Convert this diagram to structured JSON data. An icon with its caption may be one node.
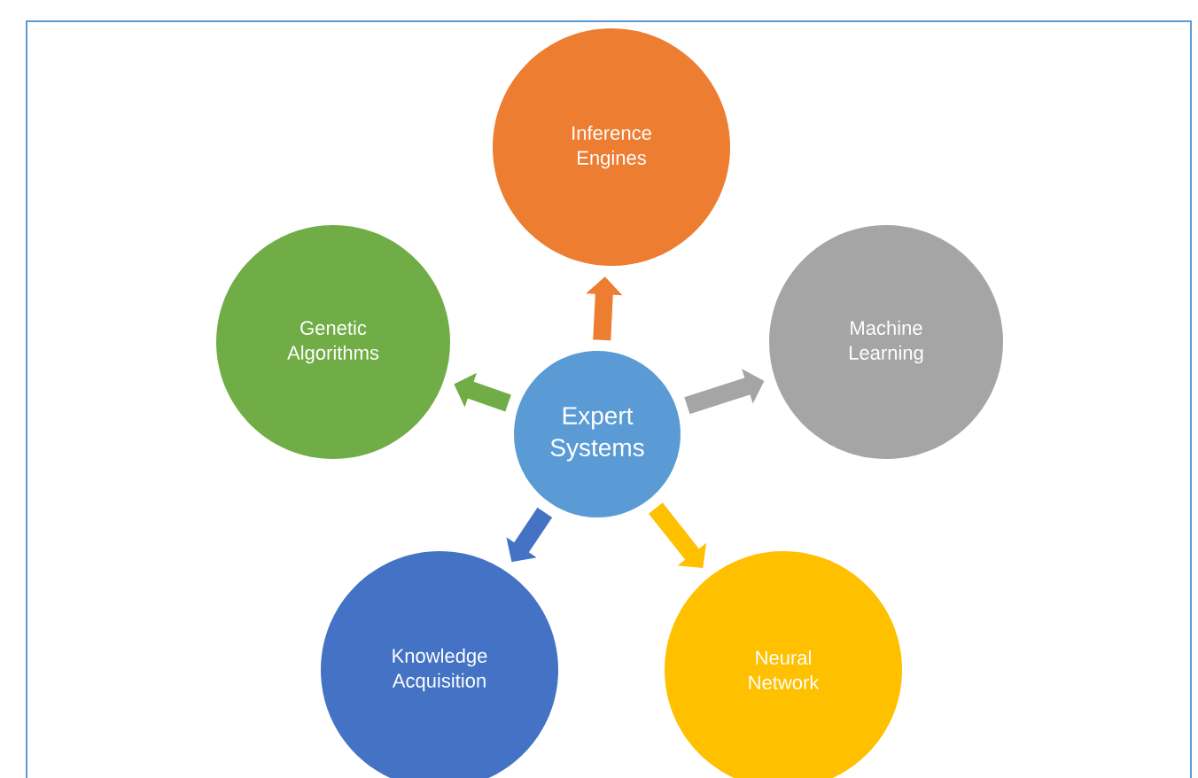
{
  "diagram": {
    "nodes": [
      {
        "text": [
          "Inference Engines"
        ]
      },
      {
        "text": [
          "Genetic Algorithms"
        ]
      },
      {
        "text": [
          "Machine Learning"
        ]
      },
      {
        "text": [
          "Expert Systems"
        ]
      },
      {
        "text": [
          "Knowledge Acquisition"
        ]
      },
      {
        "text": [
          "Neural Network"
        ]
      }
    ],
    "edges": [
      {
        "from": 3,
        "to": 0,
        "arrow": "to",
        "color": "#ed7d31"
      },
      {
        "from": 3,
        "to": 1,
        "arrow": "to",
        "color": "#70ad47"
      },
      {
        "from": 3,
        "to": 2,
        "arrow": "to",
        "color": "#a5a5a5"
      },
      {
        "from": 3,
        "to": 4,
        "arrow": "to",
        "color": "#4472c4"
      },
      {
        "from": 3,
        "to": 5,
        "arrow": "to",
        "color": "#ffc000"
      }
    ]
  }
}
